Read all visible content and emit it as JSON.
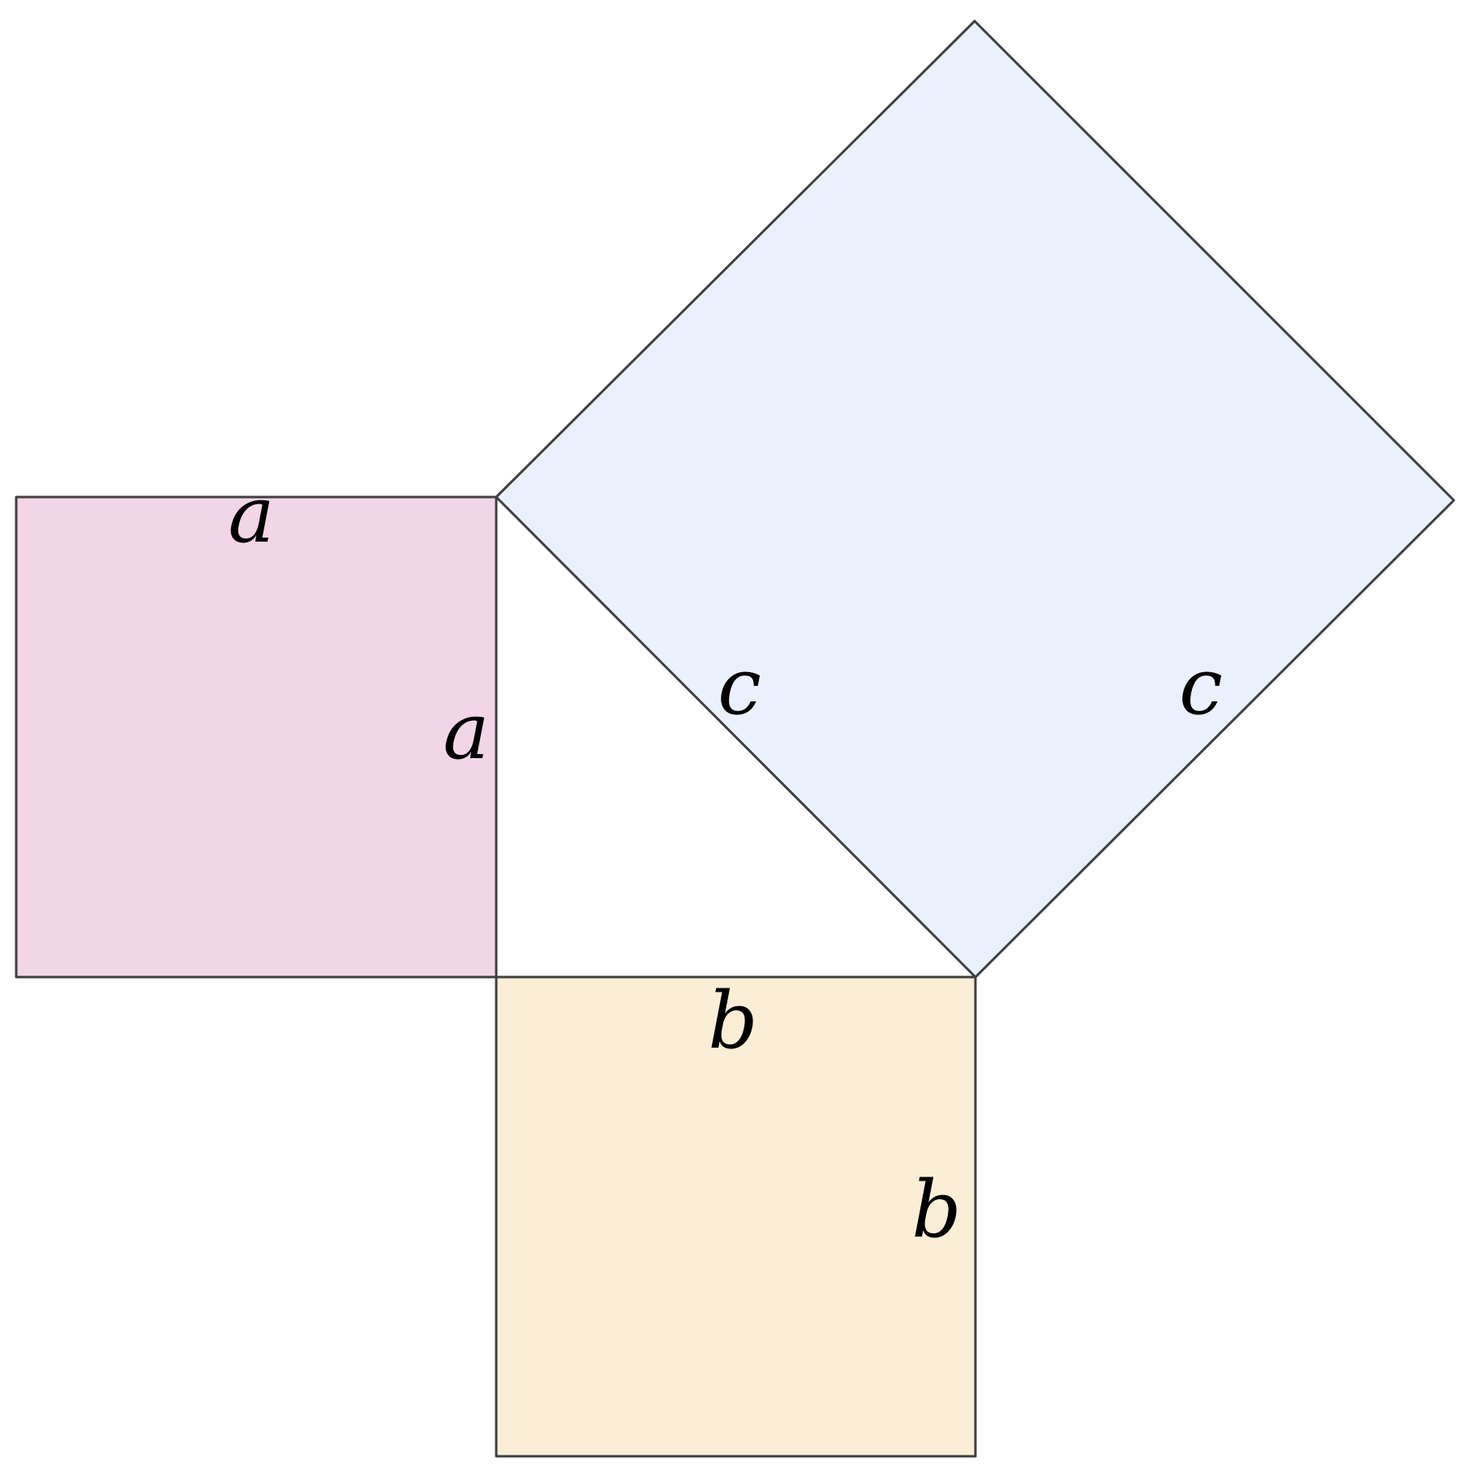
{
  "diagram": {
    "squares": {
      "a": {
        "fill": "#f3d5e8",
        "top_label": "a",
        "side_label": "a"
      },
      "b": {
        "fill": "#faefd6",
        "top_label": "b",
        "side_label": "b"
      },
      "c": {
        "fill": "#eaf1fd",
        "left_label": "c",
        "right_label": "c"
      }
    },
    "stroke_color": "#3f3f3f"
  }
}
